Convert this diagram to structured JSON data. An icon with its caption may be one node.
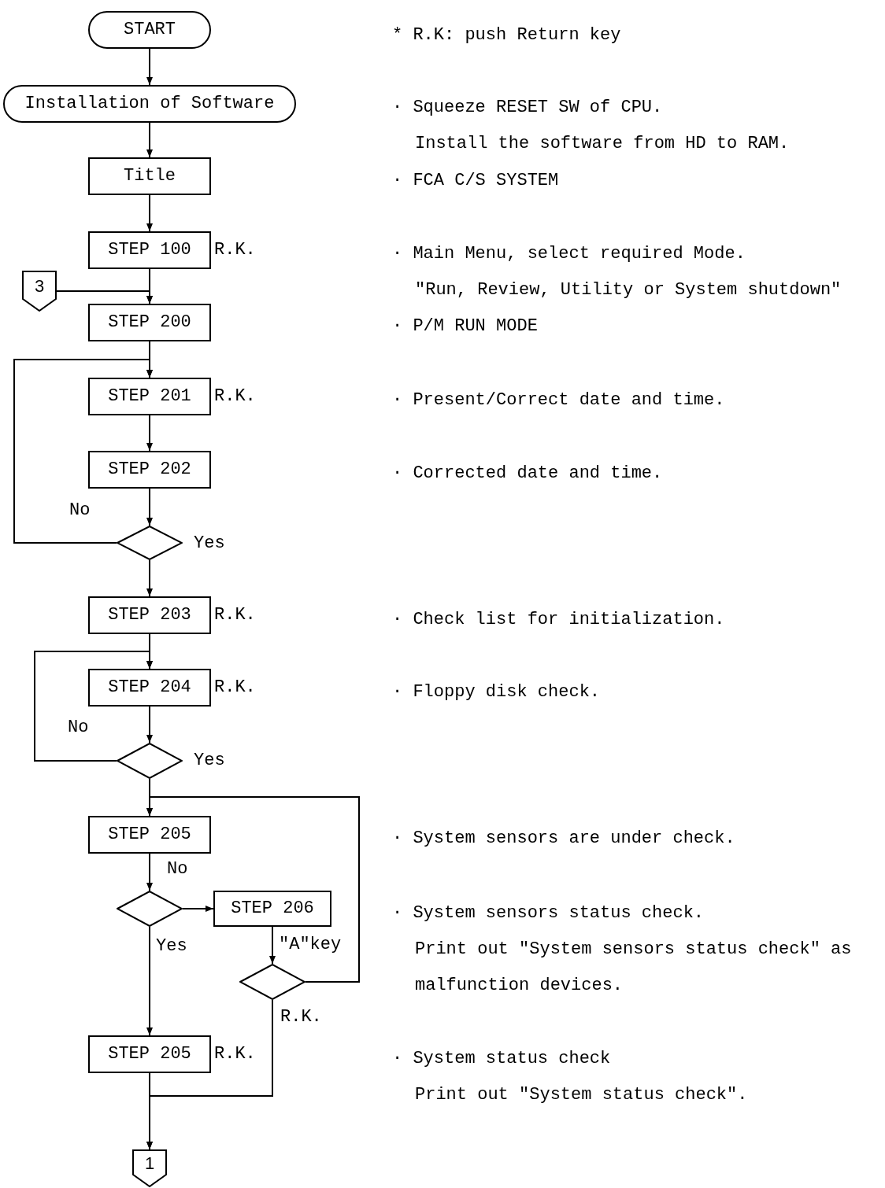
{
  "diagram": {
    "nodes": [
      {
        "text": [
          "START"
        ]
      },
      {
        "text": [
          "Installation of Software"
        ]
      },
      {
        "text": [
          "Title"
        ]
      },
      {
        "text": [
          "STEP 100"
        ],
        "beside": [
          "R.K."
        ]
      },
      {
        "text": [
          "3"
        ]
      },
      {
        "text": [
          "STEP 200"
        ]
      },
      {
        "text": [
          "STEP 201"
        ],
        "beside": [
          "R.K."
        ]
      },
      {
        "text": [
          "STEP 202"
        ]
      },
      {
        "text": [],
        "shape": "diamond"
      },
      {
        "text": [
          "STEP 203"
        ],
        "beside": [
          "R.K."
        ]
      },
      {
        "text": [
          "STEP 204"
        ],
        "beside": [
          "R.K."
        ]
      },
      {
        "text": [],
        "shape": "diamond"
      },
      {
        "text": [
          "STEP 205"
        ]
      },
      {
        "text": [],
        "shape": "diamond"
      },
      {
        "text": [
          "STEP 206"
        ]
      },
      {
        "text": [],
        "shape": "diamond"
      },
      {
        "text": [
          "STEP 205"
        ],
        "beside": [
          "R.K."
        ]
      },
      {
        "text": [
          "1"
        ]
      }
    ],
    "edges": [
      {
        "from": 0,
        "to": 1,
        "arrow": "to"
      },
      {
        "from": 1,
        "to": 2,
        "arrow": "to"
      },
      {
        "from": 2,
        "to": 3,
        "arrow": "to"
      },
      {
        "from": 3,
        "to": 5,
        "arrow": "to"
      },
      {
        "from": 4,
        "to": 5,
        "arrow": "to"
      },
      {
        "from": 5,
        "to": 6,
        "arrow": "to"
      },
      {
        "from": 6,
        "to": 7,
        "arrow": "to"
      },
      {
        "from": 7,
        "to": 8,
        "arrow": "to"
      },
      {
        "from": 8,
        "to": 6,
        "arrow": "to",
        "label": "No"
      },
      {
        "from": 8,
        "to": 9,
        "arrow": "to",
        "label": "Yes"
      },
      {
        "from": 9,
        "to": 10,
        "arrow": "to"
      },
      {
        "from": 10,
        "to": 11,
        "arrow": "to"
      },
      {
        "from": 11,
        "to": 10,
        "arrow": "to",
        "label": "No"
      },
      {
        "from": 11,
        "to": 12,
        "arrow": "to",
        "label": "Yes"
      },
      {
        "from": 12,
        "to": 13,
        "arrow": "to",
        "label": "No"
      },
      {
        "from": 13,
        "to": 14,
        "arrow": "to"
      },
      {
        "from": 14,
        "to": 15,
        "arrow": "to",
        "label": "\"A\"key"
      },
      {
        "from": 15,
        "to": 12,
        "arrow": "to"
      },
      {
        "from": 13,
        "to": 16,
        "arrow": "to",
        "label": "Yes"
      },
      {
        "from": 15,
        "to": 17,
        "arrow": "to",
        "label": "R.K."
      },
      {
        "from": 16,
        "to": 17,
        "arrow": "to"
      }
    ],
    "labels": [
      "* R.K: push Return key",
      "· Squeeze RESET SW of CPU.",
      "Install the software from HD to RAM.",
      "· FCA C/S SYSTEM",
      "· Main Menu, select required Mode.",
      "\"Run, Review, Utility or System shutdown\"",
      "· P/M RUN MODE",
      "· Present/Correct date and time.",
      "· Corrected date and time.",
      "· Check list for initialization.",
      "· Floppy disk check.",
      "· System sensors are under check.",
      "· System sensors status check.",
      "Print out \"System sensors status check\" as malfunction devices.",
      "· System status check",
      "Print out \"System status check\"."
    ]
  }
}
